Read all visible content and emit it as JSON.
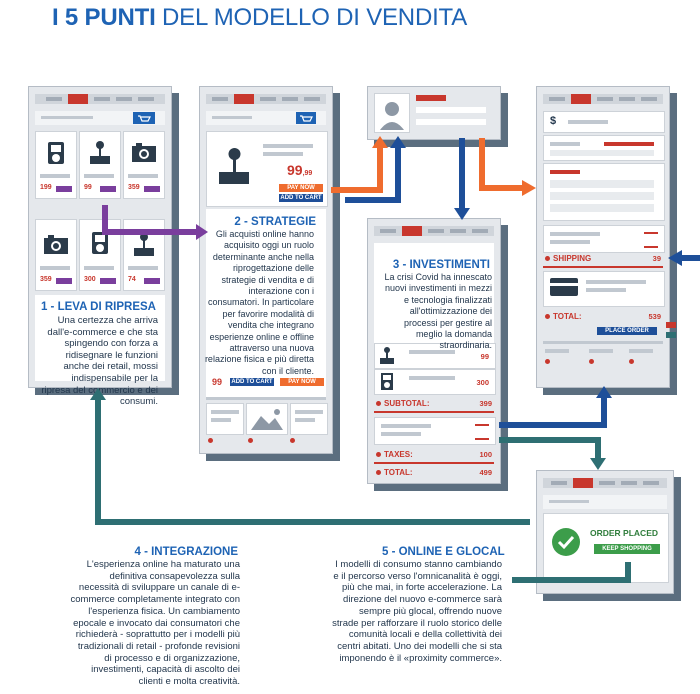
{
  "title": {
    "number": "I 5 PUNTI",
    "rest": "DEL MODELLO DI VENDITA"
  },
  "colors": {
    "accent_blue": "#1e63b4",
    "accent_red": "#c8372d",
    "orange": "#ef6c2e",
    "purple": "#7a3e9d",
    "teal": "#2e6f73",
    "dark_blue": "#1e4f99"
  },
  "points": [
    {
      "title": "1 - LEVA DI RIPRESA",
      "text": "Una certezza che arriva dall'e-commerce e che sta spingendo con forza a ridisegnare le funzioni anche dei retail, mossi indispensabile per la ripresa del commercio e dei consumi."
    },
    {
      "title": "2 - STRATEGIE",
      "text": "Gli acquisti online hanno acquisito oggi un ruolo determinante anche nella riprogettazione delle strategie di vendita e di interazione con i consumatori. In particolare per favorire modalità di vendita che integrano esperienze online e offline attraverso una nuova relazione fisica e più diretta con il cliente."
    },
    {
      "title": "3 - INVESTIMENTI",
      "text": "La crisi Covid ha innescato nuovi investimenti in mezzi e tecnologia finalizzati all'ottimizzazione dei processi per gestire al meglio la domanda straordinaria."
    },
    {
      "title": "4 - INTEGRAZIONE",
      "text": "L'esperienza online ha maturato una definitiva consapevolezza sulla necessità di sviluppare un canale di e-commerce completamente integrato con l'esperienza fisica. Un cambiamento epocale e invocato dai consumatori che richiederà - soprattutto per i modelli più tradizionali di retail - profonde revisioni di processo e di organizzazione, investimenti, capacità di ascolto dei clienti e molta creatività."
    },
    {
      "title": "5 - ONLINE E GLOCAL",
      "text": "I modelli di consumo stanno cambiando e il percorso verso l'omnicanalità è oggi, più che mai, in forte accelerazione. La direzione del nuovo e-commerce sarà sempre più glocal, offrendo nuove strade per rafforzare il ruolo storico delle comunità locali e della collettività dei centri abitati. Uno dei modelli che si sta imponendo è il «proximity commerce»."
    }
  ],
  "screen1": {
    "prices": [
      "199",
      "99",
      "359",
      "359",
      "300",
      "74"
    ]
  },
  "screen2": {
    "price_big": "99",
    "price_cents": ",99",
    "pay_now": "PAY NOW",
    "add_to_cart": "ADD TO CART",
    "price_small": "99"
  },
  "screen3": {
    "items": [
      {
        "price": "99"
      },
      {
        "price": "300"
      }
    ],
    "subtotal_label": "SUBTOTAL:",
    "subtotal_value": "399",
    "taxes_label": "TAXES:",
    "taxes_value": "100",
    "total_label": "TOTAL:",
    "total_value": "499"
  },
  "screen4": {
    "currency_symbol": "$",
    "shipping_label": "SHIPPING",
    "shipping_value": "39",
    "total_label": "TOTAL:",
    "total_value": "539",
    "place_order": "PLACE ORDER"
  },
  "screen5": {
    "order_placed": "ORDER PLACED",
    "keep_shopping": "KEEP SHOPPING"
  },
  "icons": [
    "cart-icon",
    "user-avatar-icon",
    "ipod-icon",
    "joystick-icon",
    "camera-icon",
    "check-icon",
    "landscape-image-icon",
    "credit-card-icon"
  ]
}
